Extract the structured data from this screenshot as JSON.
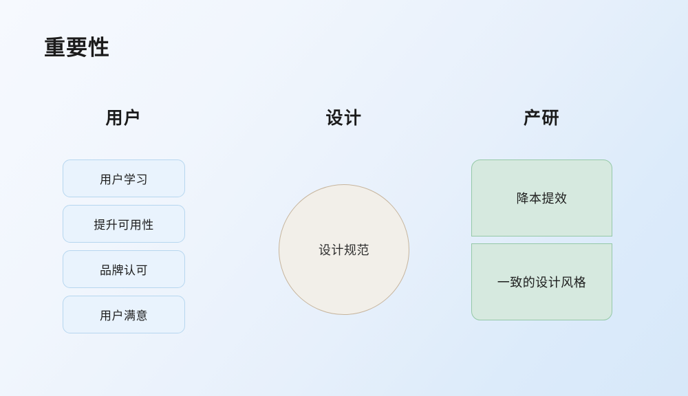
{
  "slide": {
    "title": "重要性",
    "background": {
      "from": "#f6f9fe",
      "to": "#d7e8f9"
    }
  },
  "columns": [
    {
      "key": "users",
      "header": "用户",
      "shape": "pill",
      "accent_border": "#b6d6ef",
      "accent_fill": "#e9f3fd",
      "items": [
        {
          "label": "用户学习"
        },
        {
          "label": "提升可用性"
        },
        {
          "label": "品牌认可"
        },
        {
          "label": "用户满意"
        }
      ]
    },
    {
      "key": "design",
      "header": "设计",
      "shape": "circle",
      "accent_border": "#c6b49c",
      "accent_fill": "#f2efe9",
      "items": [
        {
          "label": "设计规范"
        }
      ]
    },
    {
      "key": "product",
      "header": "产研",
      "shape": "card",
      "accent_border": "#94c8a7",
      "accent_fill": "#d6e9df",
      "items": [
        {
          "label": "降本提效"
        },
        {
          "label": "一致的设计风格"
        }
      ]
    }
  ]
}
